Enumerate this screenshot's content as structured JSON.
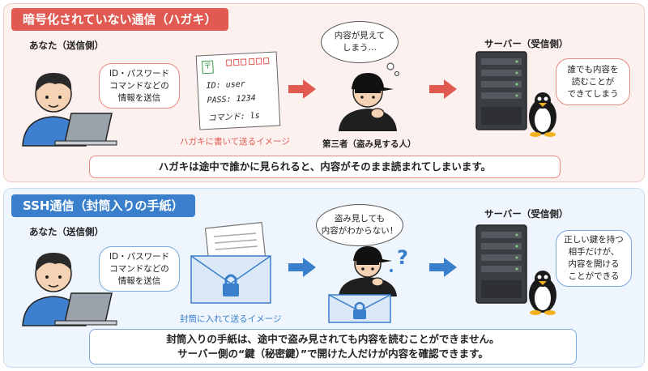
{
  "top": {
    "title": "暗号化されていない通信（ハガキ）",
    "sender_label": "あなた（送信側）",
    "sender_bubble": [
      "ID・パスワード",
      "コマンドなどの",
      "情報を送信"
    ],
    "postcard_lines": [
      "ID: user",
      "PASS: 1234",
      "コマンド: ls"
    ],
    "postcard_caption": "ハガキに書いて送るイメージ",
    "thief_cloud": [
      "内容が見えて",
      "しまう…"
    ],
    "thief_label": "第三者（盗み見する人）",
    "server_label": "サーバー（受信側）",
    "server_bubble": [
      "誰でも内容を",
      "読むことが",
      "できてしまう"
    ],
    "message": "ハガキは途中で誰かに見られると、内容がそのまま読まれてしまいます。"
  },
  "bottom": {
    "title": "SSH通信（封筒入りの手紙）",
    "sender_label": "あなた（送信側）",
    "sender_bubble": [
      "ID・パスワード",
      "コマンドなどの",
      "情報を送信"
    ],
    "envelope_caption": "封筒に入れて送るイメージ",
    "thief_cloud": [
      "盗み見しても",
      "内容がわからない！"
    ],
    "server_label": "サーバー（受信側）",
    "server_bubble": [
      "正しい鍵を持つ",
      "相手だけが、",
      "内容を開ける",
      "ことができる"
    ],
    "message": [
      "封筒入りの手紙は、途中で盗み見されても内容を読むことができません。",
      "サーバー側の“鍵（秘密鍵）”で開けた人だけが内容を確認できます。"
    ]
  },
  "colors": {
    "red": "#e05a52",
    "blue": "#3a7fcc",
    "shirt": "#3f7fd0",
    "server": "#3a3d42"
  },
  "icons": [
    "person-laptop-icon",
    "postcard-icon",
    "envelope-lock-icon",
    "thief-icon",
    "server-icon",
    "penguin-icon",
    "arrow-right-icon",
    "question-mark-icon",
    "lock-icon"
  ]
}
